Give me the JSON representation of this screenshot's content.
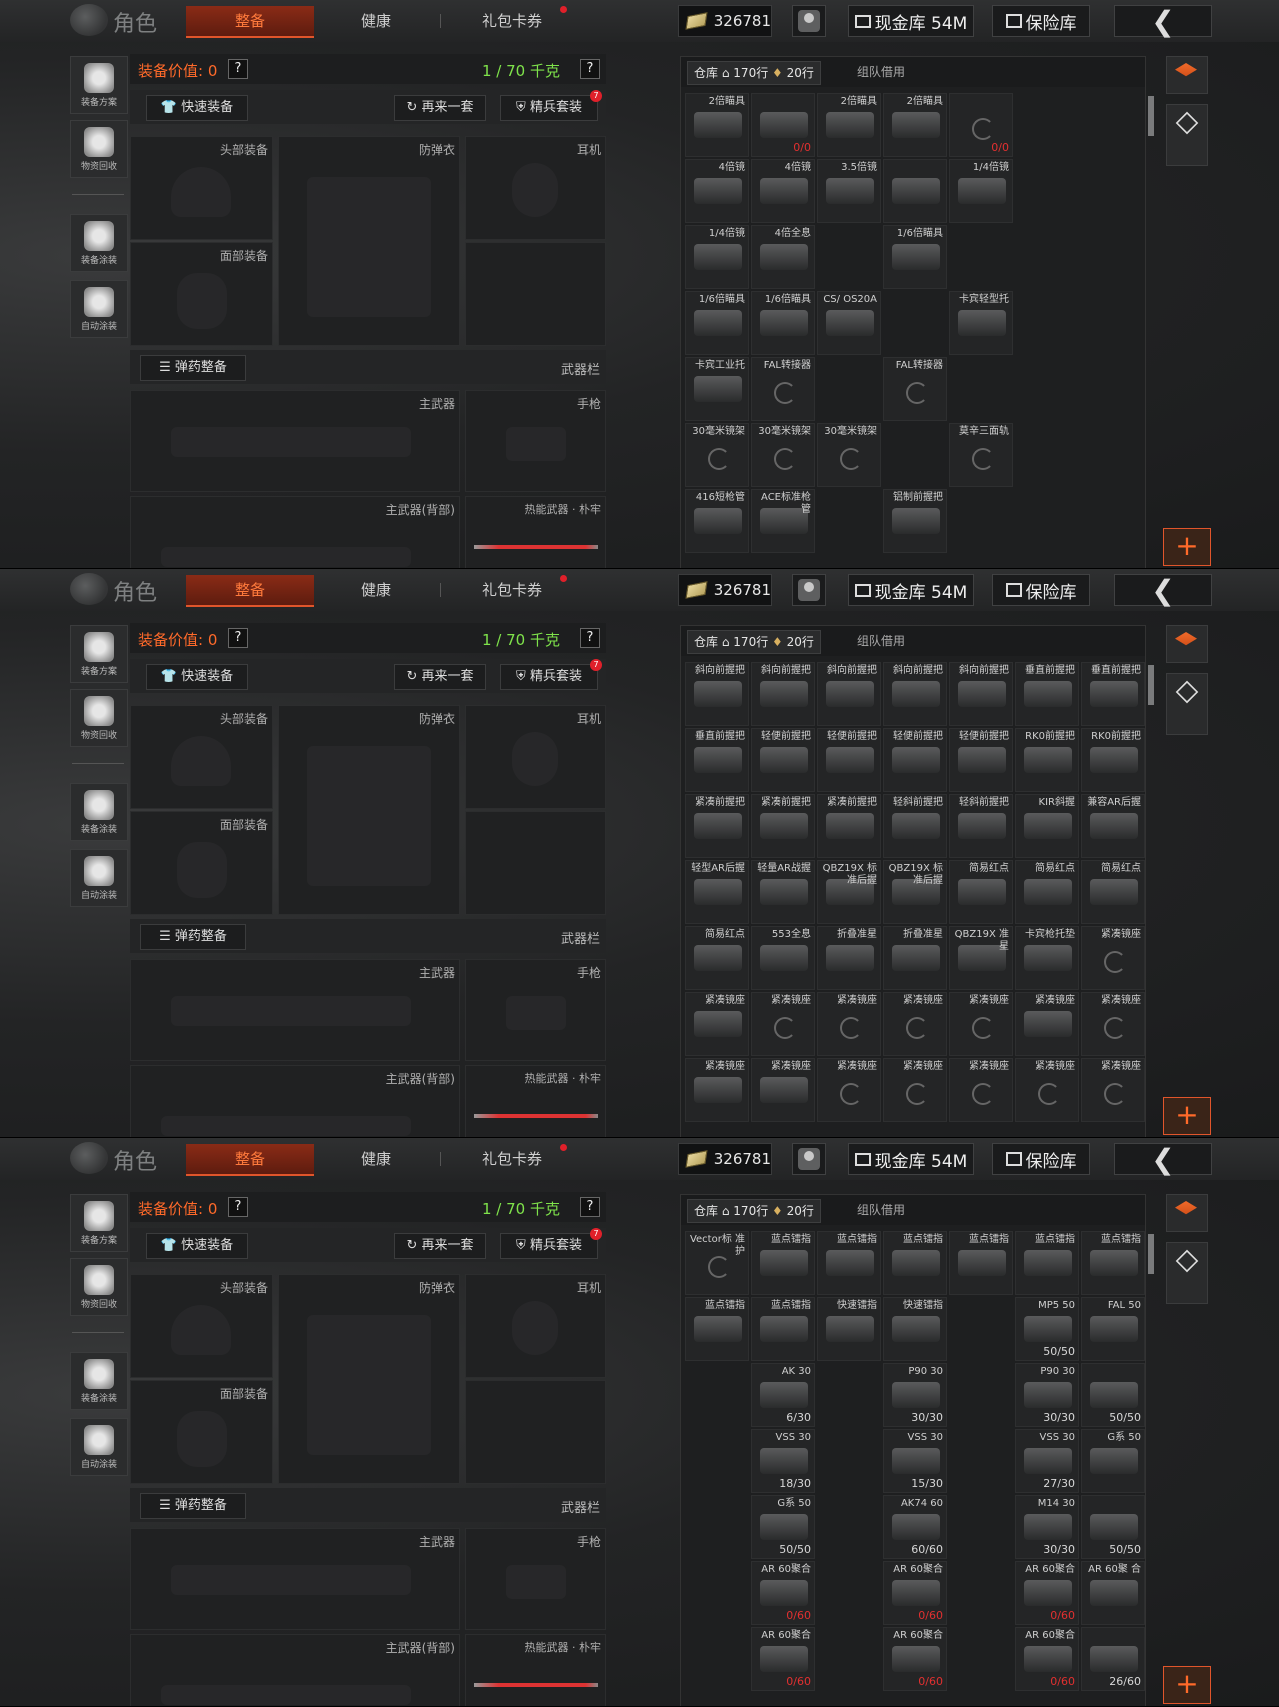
{
  "header": {
    "title": "角色",
    "tabs": [
      "整备",
      "健康",
      "礼包卡券"
    ],
    "currency": "326781",
    "cash_vault": "现金库 54M",
    "safe_box": "保险库"
  },
  "sidebar": [
    {
      "label": "装备方案",
      "icon": "gear-scheme-icon"
    },
    {
      "label": "物资回收",
      "icon": "recycle-icon"
    },
    {
      "label": "装备涂装",
      "icon": "paint-icon"
    },
    {
      "label": "自动涂装",
      "icon": "auto-paint-icon"
    }
  ],
  "equipment": {
    "value_label": "装备价值: 0",
    "weight": "1 / 70 千克",
    "help": "?",
    "quick_equip": "快速装备",
    "again": "再来一套",
    "elite": "精兵套装",
    "elite_badge": "7",
    "slots": {
      "head": "头部装备",
      "armor": "防弹衣",
      "ear": "耳机",
      "face": "面部装备",
      "primary": "主武器",
      "pistol": "手枪",
      "primary_back": "主武器(背部)",
      "melee": "热能武器 · 朴牢"
    },
    "ammo_btn": "弹药整备",
    "weapon_bar": "武器栏"
  },
  "inventory": {
    "tab_warehouse": "仓库",
    "rows": "170行",
    "rows2": "20行",
    "tab_team": "组队借用",
    "plus": "+"
  },
  "panels": [
    {
      "cells": [
        {
          "c": 0,
          "r": 0,
          "n": "2倍瞄具",
          "ct": ""
        },
        {
          "c": 1,
          "r": 0,
          "n": "",
          "ct": "0/0",
          "red": true
        },
        {
          "c": 2,
          "r": 0,
          "n": "2倍瞄具",
          "ct": ""
        },
        {
          "c": 3,
          "r": 0,
          "n": "2倍瞄具",
          "ct": ""
        },
        {
          "c": 4,
          "r": 0,
          "n": "",
          "ct": "0/0",
          "red": true,
          "spin": true
        },
        {
          "c": 0,
          "r": 1,
          "n": "4倍镜",
          "ct": ""
        },
        {
          "c": 1,
          "r": 1,
          "n": "4倍镜",
          "ct": ""
        },
        {
          "c": 2,
          "r": 1,
          "n": "3.5倍镜",
          "ct": ""
        },
        {
          "c": 3,
          "r": 1,
          "n": "",
          "ct": ""
        },
        {
          "c": 4,
          "r": 1,
          "n": "1/4倍镜",
          "ct": ""
        },
        {
          "c": 0,
          "r": 2,
          "n": "1/4倍镜",
          "ct": ""
        },
        {
          "c": 1,
          "r": 2,
          "n": "4倍全息",
          "ct": ""
        },
        {
          "c": 3,
          "r": 2,
          "n": "1/6倍瞄具",
          "ct": ""
        },
        {
          "c": 0,
          "r": 3,
          "n": "1/6倍瞄具",
          "ct": ""
        },
        {
          "c": 1,
          "r": 3,
          "n": "1/6倍瞄具",
          "ct": ""
        },
        {
          "c": 2,
          "r": 3,
          "n": "CS/ OS20A",
          "ct": ""
        },
        {
          "c": 4,
          "r": 3,
          "n": "卡宾轻型托",
          "ct": ""
        },
        {
          "c": 0,
          "r": 4,
          "n": "卡宾工业托",
          "ct": ""
        },
        {
          "c": 1,
          "r": 4,
          "n": "FAL转接器",
          "ct": "",
          "spin": true
        },
        {
          "c": 3,
          "r": 4,
          "n": "FAL转接器",
          "ct": "",
          "spin": true
        },
        {
          "c": 0,
          "r": 5,
          "n": "30毫米镜架",
          "ct": "",
          "spin": true
        },
        {
          "c": 1,
          "r": 5,
          "n": "30毫米镜架",
          "ct": "",
          "spin": true
        },
        {
          "c": 2,
          "r": 5,
          "n": "30毫米镜架",
          "ct": "",
          "spin": true
        },
        {
          "c": 4,
          "r": 5,
          "n": "莫辛三面轨",
          "ct": "",
          "spin": true
        },
        {
          "c": 0,
          "r": 6,
          "n": "416短枪管",
          "ct": ""
        },
        {
          "c": 1,
          "r": 6,
          "n": "ACE标准枪管",
          "ct": ""
        },
        {
          "c": 3,
          "r": 6,
          "n": "铝制前握把",
          "ct": ""
        }
      ]
    },
    {
      "cells": [
        {
          "c": 0,
          "r": 0,
          "n": "斜向前握把",
          "ct": ""
        },
        {
          "c": 1,
          "r": 0,
          "n": "斜向前握把",
          "ct": ""
        },
        {
          "c": 2,
          "r": 0,
          "n": "斜向前握把",
          "ct": ""
        },
        {
          "c": 3,
          "r": 0,
          "n": "斜向前握把",
          "ct": ""
        },
        {
          "c": 4,
          "r": 0,
          "n": "斜向前握把",
          "ct": ""
        },
        {
          "c": 5,
          "r": 0,
          "n": "垂直前握把",
          "ct": ""
        },
        {
          "c": 6,
          "r": 0,
          "n": "垂直前握把",
          "ct": ""
        },
        {
          "c": 0,
          "r": 1,
          "n": "垂直前握把",
          "ct": ""
        },
        {
          "c": 1,
          "r": 1,
          "n": "轻便前握把",
          "ct": ""
        },
        {
          "c": 2,
          "r": 1,
          "n": "轻便前握把",
          "ct": ""
        },
        {
          "c": 3,
          "r": 1,
          "n": "轻便前握把",
          "ct": ""
        },
        {
          "c": 4,
          "r": 1,
          "n": "轻便前握把",
          "ct": ""
        },
        {
          "c": 5,
          "r": 1,
          "n": "RK0前握把",
          "ct": ""
        },
        {
          "c": 6,
          "r": 1,
          "n": "RK0前握把",
          "ct": ""
        },
        {
          "c": 0,
          "r": 2,
          "n": "紧凑前握把",
          "ct": ""
        },
        {
          "c": 1,
          "r": 2,
          "n": "紧凑前握把",
          "ct": ""
        },
        {
          "c": 2,
          "r": 2,
          "n": "紧凑前握把",
          "ct": ""
        },
        {
          "c": 3,
          "r": 2,
          "n": "轻斜前握把",
          "ct": ""
        },
        {
          "c": 4,
          "r": 2,
          "n": "轻斜前握把",
          "ct": ""
        },
        {
          "c": 5,
          "r": 2,
          "n": "KIR斜握",
          "ct": ""
        },
        {
          "c": 6,
          "r": 2,
          "n": "兼容AR后握",
          "ct": ""
        },
        {
          "c": 0,
          "r": 3,
          "n": "轻型AR后握",
          "ct": ""
        },
        {
          "c": 1,
          "r": 3,
          "n": "轻量AR战握",
          "ct": ""
        },
        {
          "c": 2,
          "r": 3,
          "n": "QBZ19X 标准后握",
          "ct": ""
        },
        {
          "c": 3,
          "r": 3,
          "n": "QBZ19X 标准后握",
          "ct": ""
        },
        {
          "c": 4,
          "r": 3,
          "n": "简易红点",
          "ct": ""
        },
        {
          "c": 5,
          "r": 3,
          "n": "简易红点",
          "ct": ""
        },
        {
          "c": 6,
          "r": 3,
          "n": "简易红点",
          "ct": ""
        },
        {
          "c": 0,
          "r": 4,
          "n": "简易红点",
          "ct": ""
        },
        {
          "c": 1,
          "r": 4,
          "n": "553全息",
          "ct": ""
        },
        {
          "c": 2,
          "r": 4,
          "n": "折叠准星",
          "ct": ""
        },
        {
          "c": 3,
          "r": 4,
          "n": "折叠准星",
          "ct": ""
        },
        {
          "c": 4,
          "r": 4,
          "n": "QBZ19X 准星",
          "ct": ""
        },
        {
          "c": 5,
          "r": 4,
          "n": "卡宾枪托垫",
          "ct": ""
        },
        {
          "c": 6,
          "r": 4,
          "n": "紧凑镜座",
          "ct": "",
          "spin": true
        },
        {
          "c": 0,
          "r": 5,
          "n": "紧凑镜座",
          "ct": ""
        },
        {
          "c": 1,
          "r": 5,
          "n": "紧凑镜座",
          "ct": "",
          "spin": true
        },
        {
          "c": 2,
          "r": 5,
          "n": "紧凑镜座",
          "ct": "",
          "spin": true
        },
        {
          "c": 3,
          "r": 5,
          "n": "紧凑镜座",
          "ct": "",
          "spin": true
        },
        {
          "c": 4,
          "r": 5,
          "n": "紧凑镜座",
          "ct": "",
          "spin": true
        },
        {
          "c": 5,
          "r": 5,
          "n": "紧凑镜座",
          "ct": ""
        },
        {
          "c": 6,
          "r": 5,
          "n": "紧凑镜座",
          "ct": "",
          "spin": true
        },
        {
          "c": 0,
          "r": 6,
          "n": "紧凑镜座",
          "ct": ""
        },
        {
          "c": 1,
          "r": 6,
          "n": "紧凑镜座",
          "ct": ""
        },
        {
          "c": 2,
          "r": 6,
          "n": "紧凑镜座",
          "ct": "",
          "spin": true
        },
        {
          "c": 3,
          "r": 6,
          "n": "紧凑镜座",
          "ct": "",
          "spin": true
        },
        {
          "c": 4,
          "r": 6,
          "n": "紧凑镜座",
          "ct": "",
          "spin": true
        },
        {
          "c": 5,
          "r": 6,
          "n": "紧凑镜座",
          "ct": "",
          "spin": true
        },
        {
          "c": 6,
          "r": 6,
          "n": "紧凑镜座",
          "ct": "",
          "spin": true
        }
      ]
    },
    {
      "cells": [
        {
          "c": 0,
          "r": 0,
          "n": "Vector标 准护",
          "ct": "",
          "spin": true
        },
        {
          "c": 1,
          "r": 0,
          "n": "蓝点镭指",
          "ct": ""
        },
        {
          "c": 2,
          "r": 0,
          "n": "蓝点镭指",
          "ct": ""
        },
        {
          "c": 3,
          "r": 0,
          "n": "蓝点镭指",
          "ct": ""
        },
        {
          "c": 4,
          "r": 0,
          "n": "蓝点镭指",
          "ct": ""
        },
        {
          "c": 5,
          "r": 0,
          "n": "蓝点镭指",
          "ct": ""
        },
        {
          "c": 6,
          "r": 0,
          "n": "蓝点镭指",
          "ct": ""
        },
        {
          "c": 0,
          "r": 1,
          "n": "蓝点镭指",
          "ct": ""
        },
        {
          "c": 1,
          "r": 1,
          "n": "蓝点镭指",
          "ct": ""
        },
        {
          "c": 2,
          "r": 1,
          "n": "快速镭指",
          "ct": ""
        },
        {
          "c": 3,
          "r": 1,
          "n": "快速镭指",
          "ct": ""
        },
        {
          "c": 5,
          "r": 1,
          "n": "MP5 50",
          "ct": "50/50"
        },
        {
          "c": 6,
          "r": 1,
          "n": "FAL 50",
          "ct": ""
        },
        {
          "c": 1,
          "r": 2,
          "n": "AK 30",
          "ct": "6/30"
        },
        {
          "c": 3,
          "r": 2,
          "n": "P90 30",
          "ct": "30/30"
        },
        {
          "c": 5,
          "r": 2,
          "n": "P90 30",
          "ct": "30/30"
        },
        {
          "c": 6,
          "r": 2,
          "n": "",
          "ct": "50/50"
        },
        {
          "c": 1,
          "r": 3,
          "n": "VSS 30",
          "ct": "18/30"
        },
        {
          "c": 3,
          "r": 3,
          "n": "VSS 30",
          "ct": "15/30"
        },
        {
          "c": 5,
          "r": 3,
          "n": "VSS 30",
          "ct": "27/30"
        },
        {
          "c": 6,
          "r": 3,
          "n": "G系 50",
          "ct": ""
        },
        {
          "c": 1,
          "r": 4,
          "n": "G系 50",
          "ct": "50/50"
        },
        {
          "c": 3,
          "r": 4,
          "n": "AK74 60",
          "ct": "60/60"
        },
        {
          "c": 5,
          "r": 4,
          "n": "M14 30",
          "ct": "30/30"
        },
        {
          "c": 6,
          "r": 4,
          "n": "",
          "ct": "50/50"
        },
        {
          "c": 1,
          "r": 5,
          "n": "AR 60聚合",
          "ct": "0/60",
          "red": true
        },
        {
          "c": 3,
          "r": 5,
          "n": "AR 60聚合",
          "ct": "0/60",
          "red": true
        },
        {
          "c": 5,
          "r": 5,
          "n": "AR 60聚合",
          "ct": "0/60",
          "red": true
        },
        {
          "c": 6,
          "r": 5,
          "n": "AR 60聚 合",
          "ct": ""
        },
        {
          "c": 1,
          "r": 6,
          "n": "AR 60聚合",
          "ct": "0/60",
          "red": true
        },
        {
          "c": 3,
          "r": 6,
          "n": "AR 60聚合",
          "ct": "0/60",
          "red": true
        },
        {
          "c": 5,
          "r": 6,
          "n": "AR 60聚合",
          "ct": "0/60",
          "red": true
        },
        {
          "c": 6,
          "r": 6,
          "n": "",
          "ct": "26/60"
        }
      ]
    }
  ]
}
